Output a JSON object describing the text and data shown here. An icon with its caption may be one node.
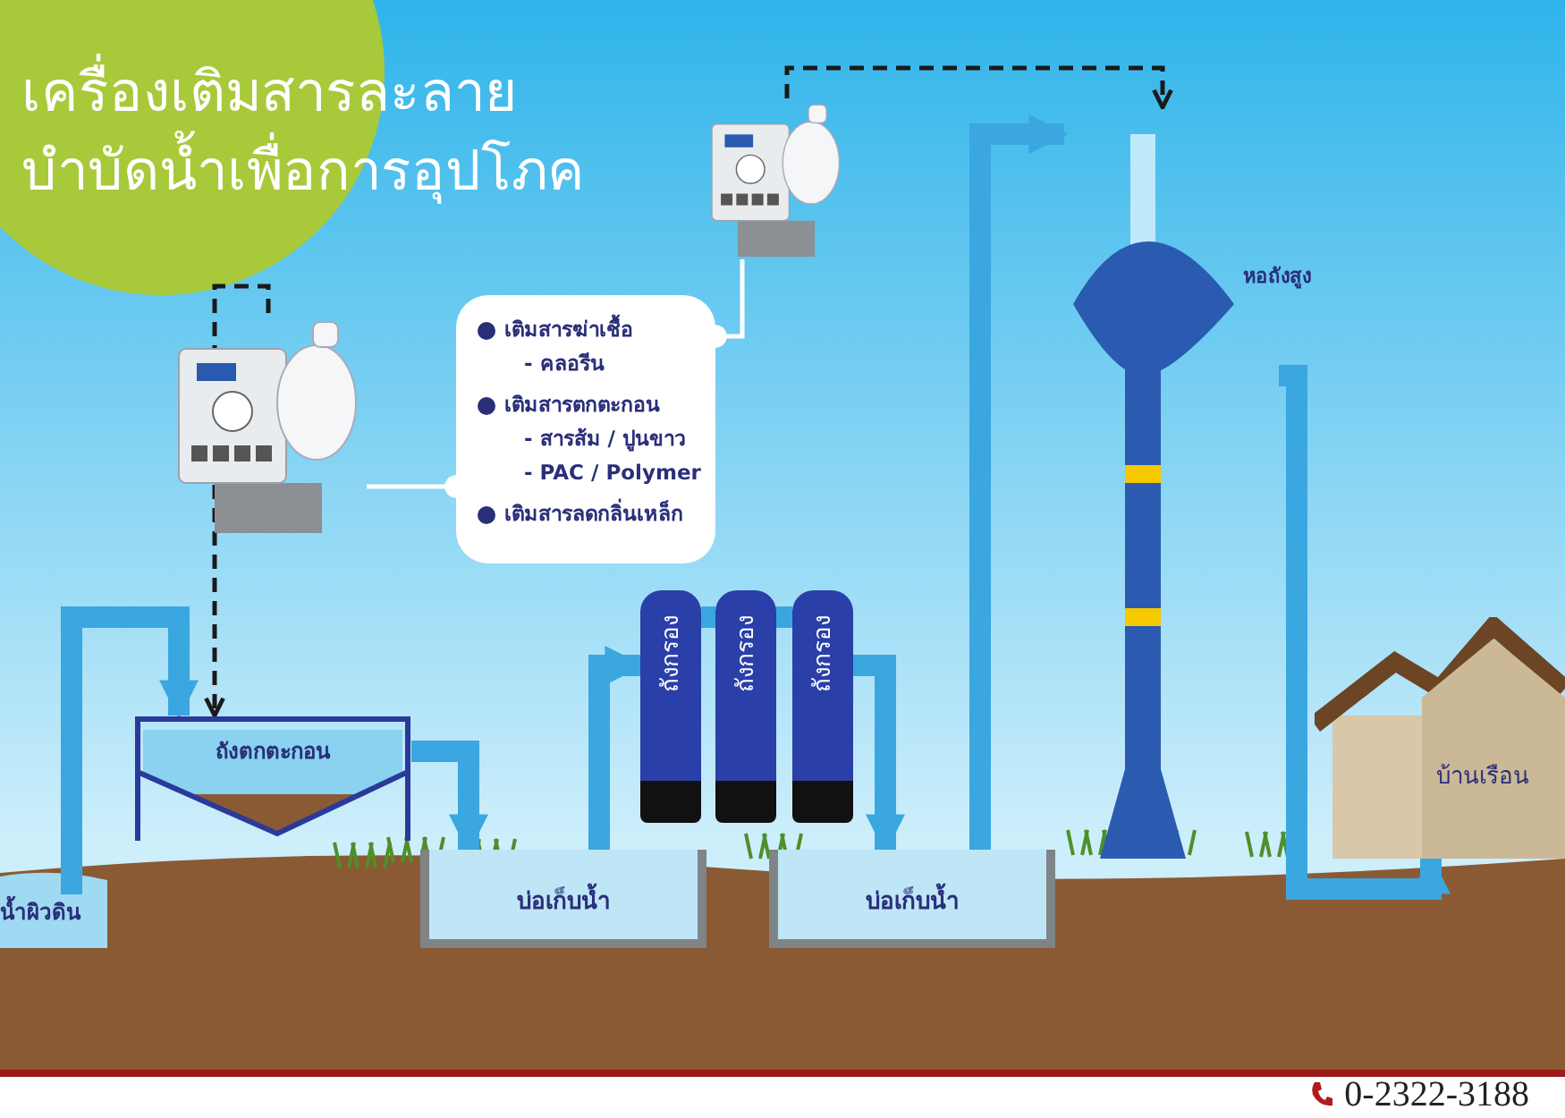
{
  "diagram": {
    "title": "เครื่องเติมสารละลาย บำบัดน้ำเพื่อการอุปโภค",
    "nodes": [
      {
        "text": [],
        "shape": "picture"
      },
      {
        "text": [],
        "shape": "picture"
      },
      {
        "text": [
          "เติมสารฆ่าเชื้อ",
          "- คลอรีน",
          "เติมสารตกตะกอน",
          "- สารส้ม / ปูนขาว",
          "- PAC / Polymer",
          "เติมสารลดกลิ่นเหล็ก"
        ]
      },
      {
        "text": [
          "น้ำผิวดิน"
        ]
      },
      {
        "text": [
          "ถังตกตะกอน"
        ]
      },
      {
        "text": [
          "บ่อเก็บน้ำ"
        ]
      },
      {
        "text": [
          "ถังกรอง"
        ]
      },
      {
        "text": [
          "ถังกรอง"
        ]
      },
      {
        "text": [
          "ถังกรอง"
        ]
      },
      {
        "text": [
          "บ่อเก็บน้ำ"
        ]
      },
      {
        "text": [
          "หอถังสูง"
        ]
      },
      {
        "text": [
          "บ้านเรือน"
        ]
      }
    ],
    "edges": [
      {
        "from": 0,
        "to": 4,
        "arrow": "to",
        "style": "dashed",
        "color": "#1a1a1a"
      },
      {
        "from": 1,
        "to": 10,
        "arrow": "to",
        "style": "dashed",
        "color": "#1a1a1a"
      },
      {
        "from": 2,
        "to": 0,
        "arrow": "other",
        "color": "#ffffff"
      },
      {
        "from": 2,
        "to": 1,
        "arrow": "other",
        "color": "#ffffff"
      },
      {
        "from": 3,
        "to": 4,
        "arrow": "to"
      },
      {
        "from": 4,
        "to": 5,
        "arrow": "to"
      },
      {
        "from": 5,
        "to": 6,
        "arrow": "to"
      },
      {
        "from": 6,
        "to": 7,
        "arrow": "to"
      },
      {
        "from": 7,
        "to": 8,
        "arrow": "to"
      },
      {
        "from": 8,
        "to": 9,
        "arrow": "to"
      },
      {
        "from": 9,
        "to": 10,
        "arrow": "to"
      },
      {
        "from": 10,
        "to": 11,
        "arrow": "to"
      }
    ],
    "labels": [
      "0-2322-3188"
    ]
  }
}
